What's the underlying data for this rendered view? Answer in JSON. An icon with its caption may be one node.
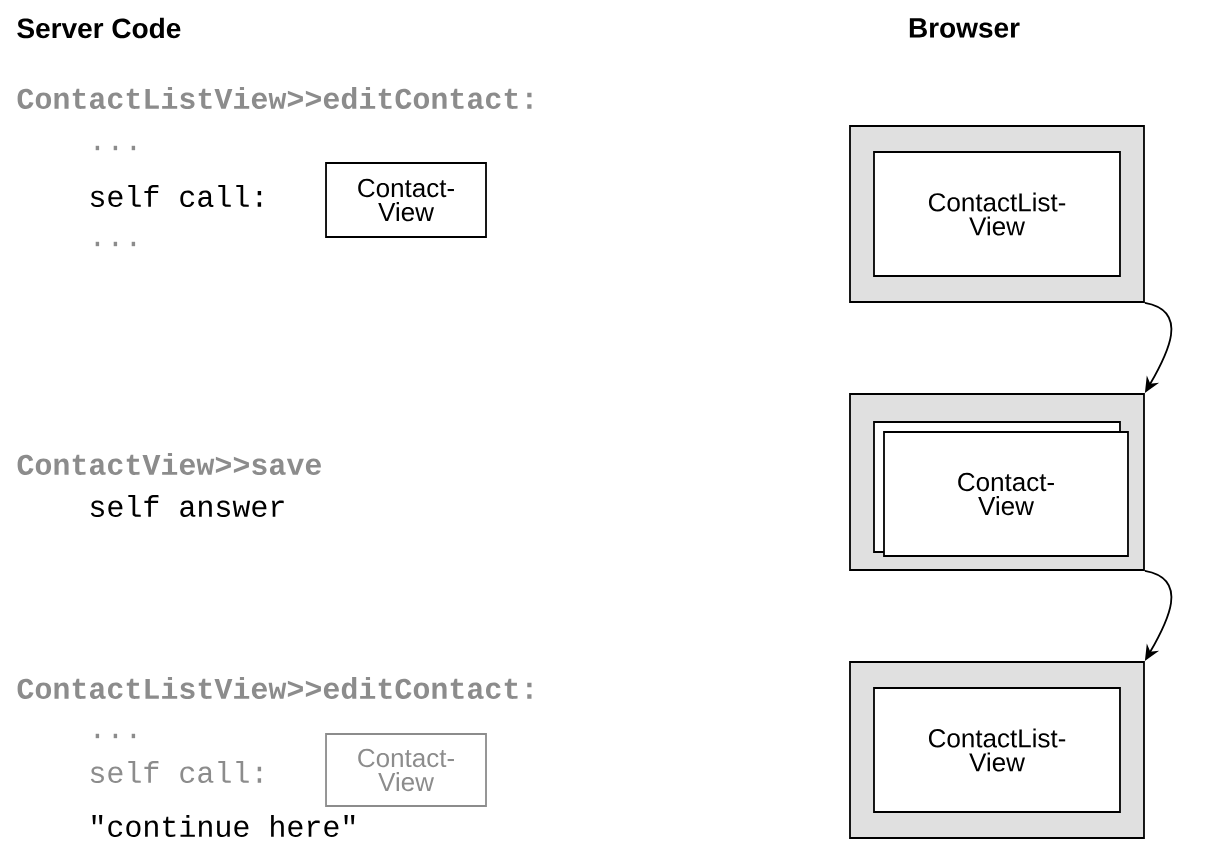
{
  "diagram": {
    "nodes": [
      {
        "text": [
          "Contact- View"
        ]
      },
      {
        "text": [
          "Contact- View"
        ]
      },
      {
        "text": [],
        "shape": "box"
      },
      {
        "text": [
          "ContactList- View"
        ],
        "in": 2
      },
      {
        "text": [],
        "shape": "box"
      },
      {
        "text": [],
        "shape": "box",
        "in": 4
      },
      {
        "text": [
          "Contact- View"
        ],
        "in": 4
      },
      {
        "text": [],
        "shape": "box"
      },
      {
        "text": [
          "ContactList- View"
        ],
        "in": 7
      }
    ],
    "edges": [
      {
        "from": 2,
        "to": 4,
        "arrow": "to"
      },
      {
        "from": 4,
        "to": 7,
        "arrow": "to"
      }
    ],
    "labels": [
      "Server Code",
      "Browser",
      "ContactListView>>editContact:",
      "...",
      "self call:",
      "...",
      "ContactView>>save",
      "self answer",
      "ContactListView>>editContact:",
      "...",
      "self call:",
      "\"continue here\""
    ]
  }
}
